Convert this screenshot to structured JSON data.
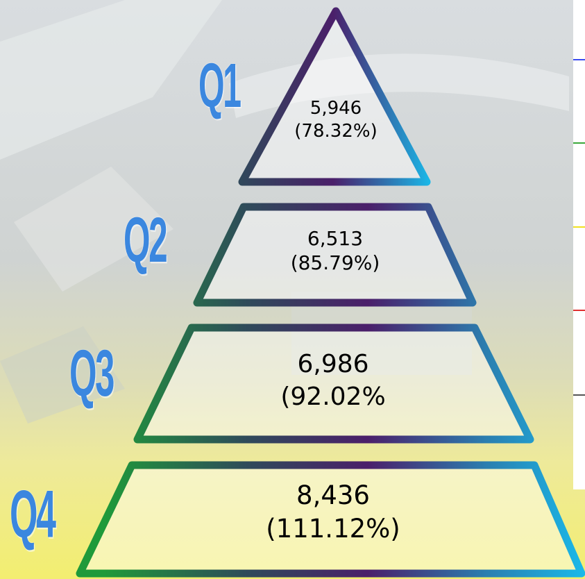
{
  "tiers": [
    {
      "quarter": "Q1",
      "value": "5,946",
      "percent": "(78.32%)"
    },
    {
      "quarter": "Q2",
      "value": "6,513",
      "percent": "(85.79%)"
    },
    {
      "quarter": "Q3",
      "value": "6,986",
      "percent": "(92.02%"
    },
    {
      "quarter": "Q4",
      "value": "8,436",
      "percent": "(111.12%)"
    }
  ],
  "legend_colors": [
    "#3b4cf0",
    "#3aa83a",
    "#f0e020",
    "#e03030",
    "#555555"
  ],
  "colors": {
    "quarter_label": "#3b87df",
    "stroke_green": "#1f9a3a",
    "stroke_dark": "#2f4a5a",
    "stroke_purple": "#4b1f6a",
    "stroke_cyan": "#1ab8e8"
  }
}
